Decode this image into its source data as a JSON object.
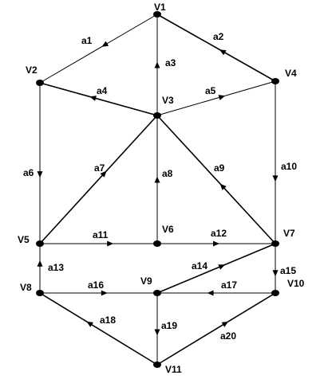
{
  "vertices": {
    "v1": "V1",
    "v2": "V2",
    "v3": "V3",
    "v4": "V4",
    "v5": "V5",
    "v6": "V6",
    "v7": "V7",
    "v8": "V8",
    "v9": "V9",
    "v10": "V10",
    "v11": "V11"
  },
  "edges": [
    {
      "id": "a1",
      "label": "a1",
      "from": "V1",
      "to": "V2"
    },
    {
      "id": "a2",
      "label": "a2",
      "from": "V4",
      "to": "V1"
    },
    {
      "id": "a3",
      "label": "a3",
      "from": "V3",
      "to": "V1"
    },
    {
      "id": "a4",
      "label": "a4",
      "from": "V3",
      "to": "V2"
    },
    {
      "id": "a5",
      "label": "a5",
      "from": "V3",
      "to": "V4"
    },
    {
      "id": "a6",
      "label": "a6",
      "from": "V2",
      "to": "V5"
    },
    {
      "id": "a7",
      "label": "a7",
      "from": "V5",
      "to": "V3"
    },
    {
      "id": "a8",
      "label": "a8",
      "from": "V6",
      "to": "V3"
    },
    {
      "id": "a9",
      "label": "a9",
      "from": "V7",
      "to": "V3"
    },
    {
      "id": "a10",
      "label": "a10",
      "from": "V4",
      "to": "V7"
    },
    {
      "id": "a11",
      "label": "a11",
      "from": "V5",
      "to": "V6"
    },
    {
      "id": "a12",
      "label": "a12",
      "from": "V6",
      "to": "V7"
    },
    {
      "id": "a13",
      "label": "a13",
      "from": "V8",
      "to": "V5"
    },
    {
      "id": "a14",
      "label": "a14",
      "from": "V9",
      "to": "V7"
    },
    {
      "id": "a15",
      "label": "a15",
      "from": "V7",
      "to": "V10"
    },
    {
      "id": "a16",
      "label": "a16",
      "from": "V8",
      "to": "V9"
    },
    {
      "id": "a17",
      "label": "a17",
      "from": "V10",
      "to": "V9"
    },
    {
      "id": "a18",
      "label": "a18",
      "from": "V11",
      "to": "V8"
    },
    {
      "id": "a19",
      "label": "a19",
      "from": "V9",
      "to": "V11"
    },
    {
      "id": "a20",
      "label": "a20",
      "from": "V11",
      "to": "V10"
    }
  ]
}
